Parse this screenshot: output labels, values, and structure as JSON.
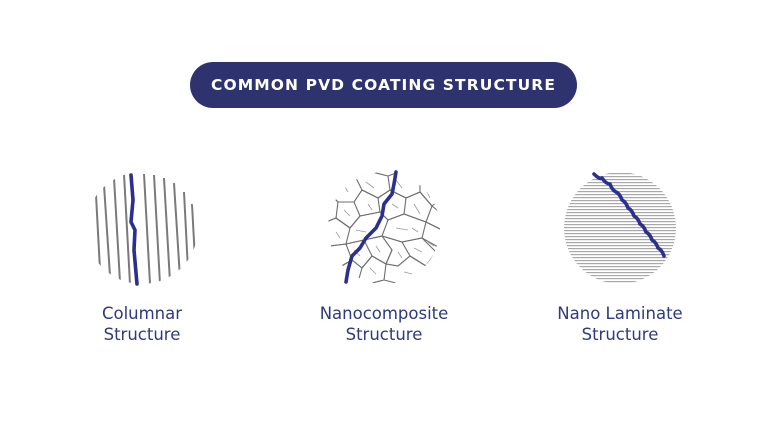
{
  "title": "COMMON PVD COATING STRUCTURE",
  "colors": {
    "pill": "#2e326e",
    "caption": "#2f3a7e",
    "crack": "#2d2f8f",
    "lines": "#7a7a7a"
  },
  "structures": [
    {
      "id": "columnar",
      "icon": "columnar-structure-icon",
      "line1": "Columnar",
      "line2": "Structure"
    },
    {
      "id": "nanocomposite",
      "icon": "nanocomposite-structure-icon",
      "line1": "Nanocomposite",
      "line2": "Structure"
    },
    {
      "id": "laminate",
      "icon": "nano-laminate-structure-icon",
      "line1": "Nano Laminate",
      "line2": "Structure"
    }
  ]
}
